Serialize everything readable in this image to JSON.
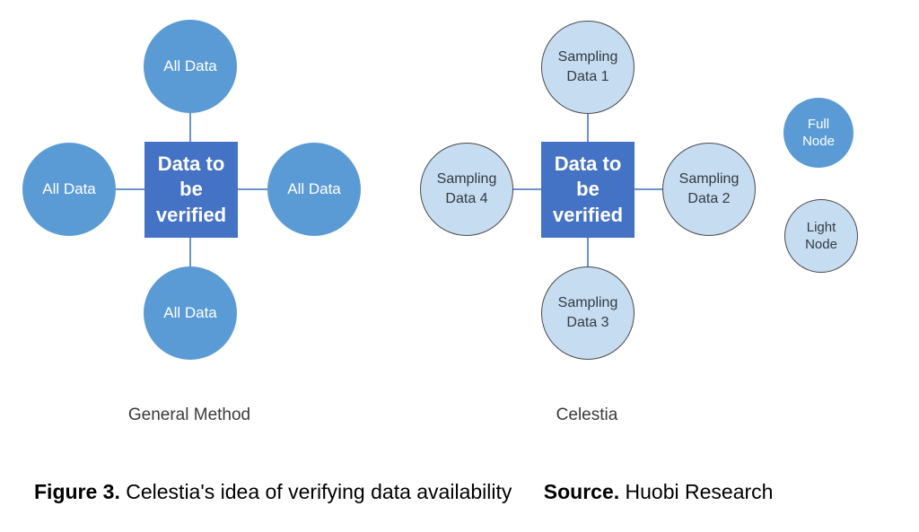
{
  "left_diagram": {
    "title": "General Method",
    "center_label": "Data to be verified",
    "nodes": {
      "top": "All Data",
      "right": "All Data",
      "bottom": "All Data",
      "left": "All Data"
    }
  },
  "right_diagram": {
    "title": "Celestia",
    "center_label": "Data to be verified",
    "nodes": {
      "top": "Sampling Data 1",
      "right": "Sampling Data 2",
      "bottom": "Sampling Data 3",
      "left": "Sampling Data 4"
    },
    "full_node_label": "Full Node",
    "light_node_label": "Light Node"
  },
  "caption": {
    "figure_label": "Figure 3.",
    "figure_text": "Celestia's idea of verifying data availability",
    "source_label": "Source.",
    "source_text": "Huobi Research"
  },
  "colors": {
    "solid_circle": "#5B9BD5",
    "center_square": "#4472C4",
    "light_circle": "#C6DCF0",
    "light_circle_border": "#4A4A4A",
    "connector": "#6C93CE",
    "dark_text": "#333B44",
    "label_text": "#3B3B3B",
    "caption_text": "#000000",
    "white_text": "#FFFFFF"
  }
}
